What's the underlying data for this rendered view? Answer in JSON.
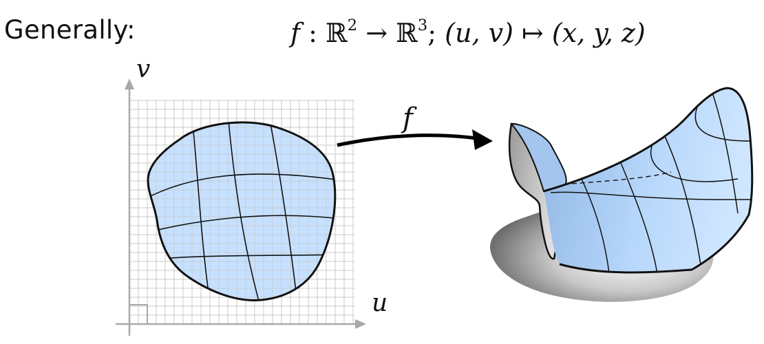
{
  "heading": "Generally:",
  "formula": {
    "f": "f",
    "colon": " : ",
    "domain_symbol": "ℝ",
    "domain_power": "2",
    "arrow": " → ",
    "codomain_symbol": "ℝ",
    "codomain_power": "3",
    "separator": "; ",
    "input": "(u, v)",
    "mapsto": " ↦ ",
    "output": "(x, y, z)"
  },
  "labels": {
    "u_axis": "u",
    "v_axis": "v",
    "map": "f"
  },
  "colors": {
    "patch_fill": "#bcdcff",
    "grid_line": "#c8c8c8",
    "axis": "#a8a8a8",
    "outline": "#111111"
  }
}
